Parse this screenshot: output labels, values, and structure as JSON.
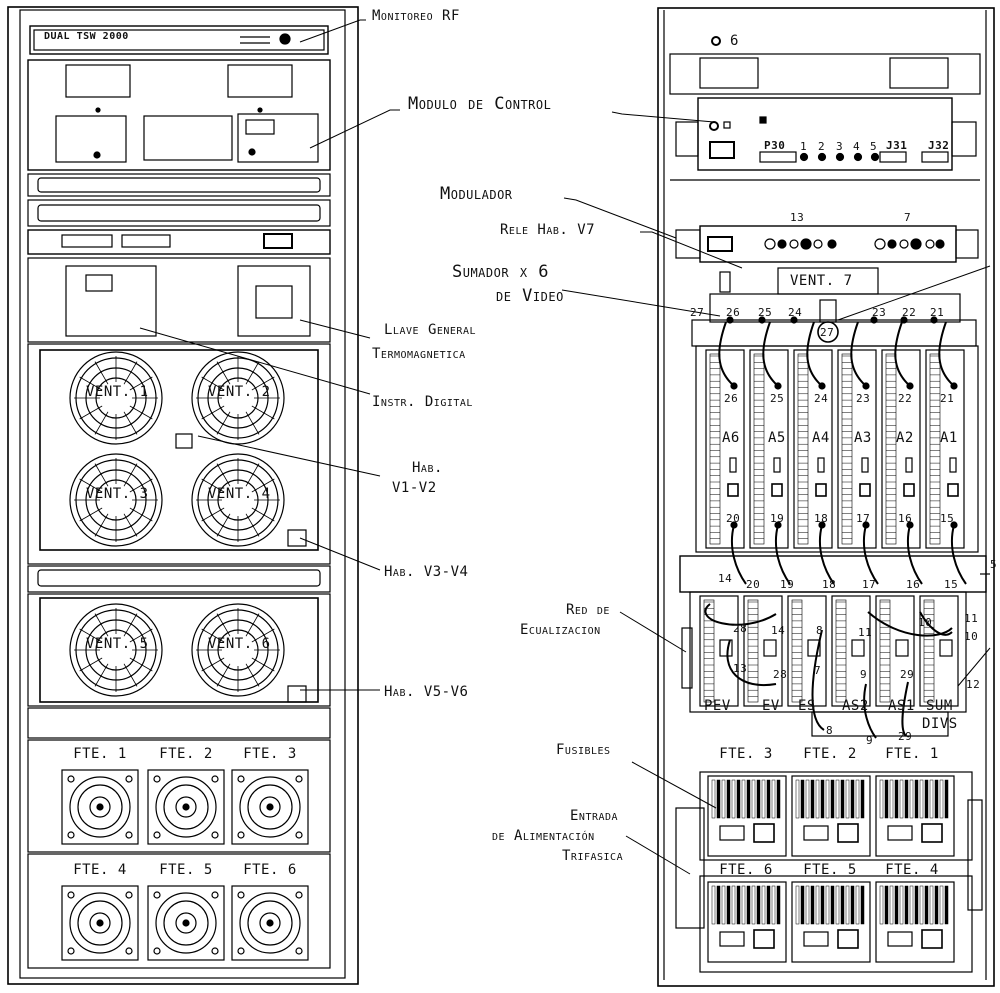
{
  "callouts": {
    "monitoreo_rf": "Monitoreo RF",
    "modulo_control": "Modulo de Control",
    "modulador": "Modulador",
    "rele_hab_v7": "Rele Hab. V7",
    "sumador_1": "Sumador x 6",
    "sumador_2": "de Video",
    "llave_1": "Llave General",
    "llave_2": "Termomagnetica",
    "instr_digital": "Instr. Digital",
    "hab_v1v2_1": "Hab.",
    "hab_v1v2_2": "V1-V2",
    "hab_v3v4": "Hab. V3-V4",
    "hab_v5v6": "Hab. V5-V6",
    "red_1": "Red de",
    "red_2": "Ecualizacion",
    "fusibles": "Fusibles",
    "entrada_1": "Entrada",
    "entrada_2": "de Alimentación",
    "entrada_3": "Trifasica"
  },
  "front_rack": {
    "monitor_brand": "DUAL TSW 2000",
    "fans": [
      "VENT. 1",
      "VENT. 2",
      "VENT. 3",
      "VENT. 4",
      "VENT. 5",
      "VENT. 6"
    ],
    "psu_labels": [
      "FTE. 1",
      "FTE. 2",
      "FTE. 3",
      "FTE. 4",
      "FTE. 5",
      "FTE. 6"
    ]
  },
  "back_rack": {
    "top_marker": "6",
    "control_connectors": [
      "P30",
      "1",
      "2",
      "3",
      "4",
      "5",
      "J31",
      "J32"
    ],
    "modulator_numbers": [
      "13",
      "7"
    ],
    "vent7": "VENT. 7",
    "sumador_inputs": [
      "27",
      "26",
      "25",
      "24",
      "23",
      "22",
      "21"
    ],
    "center_connector": "27",
    "amp_top": [
      "26",
      "25",
      "24",
      "23",
      "22",
      "21"
    ],
    "amp_names": [
      "A6",
      "A5",
      "A4",
      "A3",
      "A2",
      "A1"
    ],
    "amp_bottom": [
      "20",
      "19",
      "18",
      "17",
      "16",
      "15"
    ],
    "bar_numbers": [
      "14",
      "20",
      "19",
      "18",
      "17",
      "16",
      "15"
    ],
    "bar_right": "5",
    "eq_numbers_top": [
      "28",
      "14",
      "8",
      "11",
      "10",
      "11"
    ],
    "eq_numbers_mid": [
      "13",
      "28",
      "7",
      "9",
      "29",
      "10",
      "12"
    ],
    "eq_names": [
      "PEV",
      "EV",
      "ES",
      "AS2",
      "AS1",
      "SUM"
    ],
    "divs": "DIVS",
    "eq_bottom": [
      "8",
      "9",
      "29"
    ],
    "psu_top": [
      "FTE. 3",
      "FTE. 2",
      "FTE. 1"
    ],
    "psu_bottom": [
      "FTE. 6",
      "FTE. 5",
      "FTE. 4"
    ]
  }
}
